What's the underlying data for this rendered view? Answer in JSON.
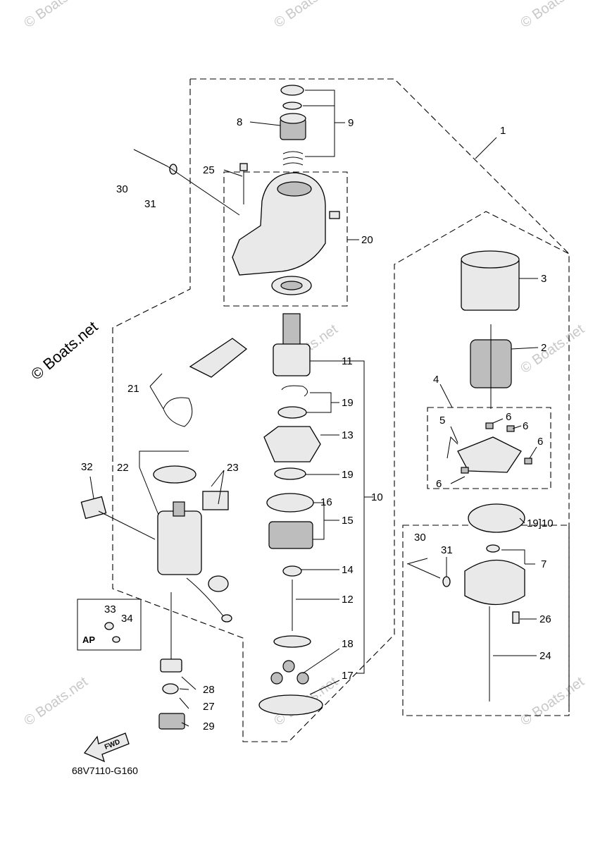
{
  "diagram": {
    "part_code": "68V7110-G160",
    "watermark_main": "© Boats.net",
    "watermark_small": "© Boats.net",
    "ap_label": "AP",
    "fwd_label": "FWD",
    "labels": {
      "l1": "1",
      "l2": "2",
      "l3": "3",
      "l4": "4",
      "l5": "5",
      "l6a": "6",
      "l6b": "6",
      "l6c": "6",
      "l6d": "6",
      "l7": "7",
      "l8": "8",
      "l9": "9",
      "l10": "10",
      "l10b": "19]10",
      "l11": "11",
      "l12": "12",
      "l13": "13",
      "l14": "14",
      "l15": "15",
      "l16": "16",
      "l17": "17",
      "l18": "18",
      "l19a": "19",
      "l19b": "19",
      "l20": "20",
      "l21": "21",
      "l22": "22",
      "l23": "23",
      "l24": "24",
      "l25": "25",
      "l26": "26",
      "l27": "27",
      "l28": "28",
      "l29": "29",
      "l30a": "30",
      "l30b": "30",
      "l31a": "31",
      "l31b": "31",
      "l32": "32",
      "l33": "33",
      "l34": "34"
    }
  }
}
